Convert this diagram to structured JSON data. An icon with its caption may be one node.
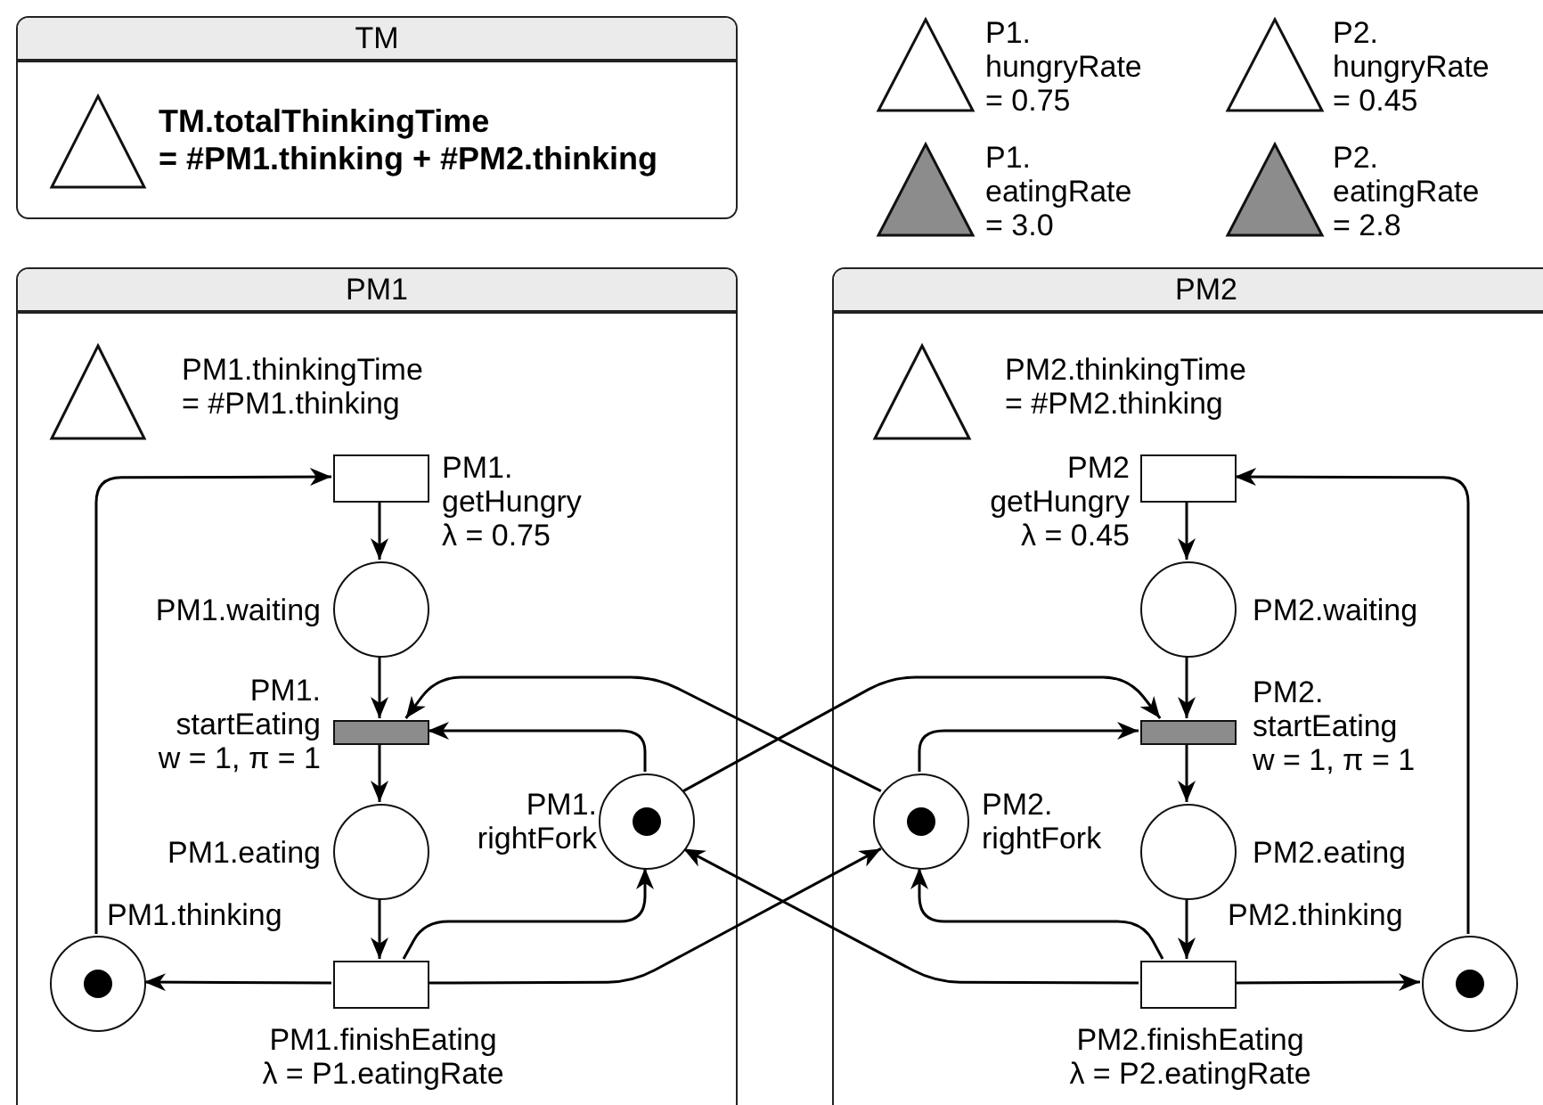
{
  "diagram": {
    "nodes": [
      {
        "text": [
          "TM"
        ]
      },
      {
        "text": [
          "TM.totalThinkingTime",
          "= #PM1.thinking + #PM2.thinking"
        ],
        "in": 0
      },
      {
        "text": [
          "P1. hungryRate = 0.75"
        ]
      },
      {
        "text": [
          "P2. hungryRate = 0.45"
        ]
      },
      {
        "text": [
          "P1. eatingRate = 3.0"
        ]
      },
      {
        "text": [
          "P2. eatingRate = 2.8"
        ]
      },
      {
        "text": [
          "PM1"
        ]
      },
      {
        "text": [
          "PM1.thinkingTime = #PM1.thinking"
        ],
        "in": 6
      },
      {
        "text": [
          "PM1. getHungry",
          "λ = 0.75"
        ],
        "in": 6
      },
      {
        "text": [
          "PM1.waiting"
        ],
        "in": 6
      },
      {
        "text": [
          "PM1. startEating",
          "w = 1, π = 1"
        ],
        "in": 6
      },
      {
        "text": [
          "PM1.eating"
        ],
        "in": 6
      },
      {
        "text": [
          "PM1. rightFork"
        ],
        "in": 6
      },
      {
        "text": [
          "PM1.thinking"
        ],
        "in": 6
      },
      {
        "text": [
          "PM1.finishEating",
          "λ = P1.eatingRate"
        ],
        "in": 6
      },
      {
        "text": [
          "PM2"
        ]
      },
      {
        "text": [
          "PM2.thinkingTime = #PM2.thinking"
        ],
        "in": 15
      },
      {
        "text": [
          "PM2 getHungry",
          "λ = 0.45"
        ],
        "in": 15
      },
      {
        "text": [
          "PM2.waiting"
        ],
        "in": 15
      },
      {
        "text": [
          "PM2. startEating",
          "w = 1, π = 1"
        ],
        "in": 15
      },
      {
        "text": [
          "PM2.eating"
        ],
        "in": 15
      },
      {
        "text": [
          "PM2. rightFork"
        ],
        "in": 15
      },
      {
        "text": [
          "PM2.thinking"
        ],
        "in": 15
      },
      {
        "text": [
          "PM2.finishEating",
          "λ = P2.eatingRate"
        ],
        "in": 15
      }
    ],
    "edges": [
      {
        "from": 13,
        "to": 8,
        "arrow": "to"
      },
      {
        "from": 8,
        "to": 9,
        "arrow": "to"
      },
      {
        "from": 9,
        "to": 10,
        "arrow": "to"
      },
      {
        "from": 12,
        "to": 10,
        "arrow": "to"
      },
      {
        "from": 21,
        "to": 10,
        "arrow": "to"
      },
      {
        "from": 10,
        "to": 11,
        "arrow": "to"
      },
      {
        "from": 11,
        "to": 14,
        "arrow": "to"
      },
      {
        "from": 14,
        "to": 13,
        "arrow": "to"
      },
      {
        "from": 14,
        "to": 12,
        "arrow": "to"
      },
      {
        "from": 14,
        "to": 21,
        "arrow": "to"
      },
      {
        "from": 22,
        "to": 17,
        "arrow": "to"
      },
      {
        "from": 17,
        "to": 18,
        "arrow": "to"
      },
      {
        "from": 18,
        "to": 19,
        "arrow": "to"
      },
      {
        "from": 21,
        "to": 19,
        "arrow": "to"
      },
      {
        "from": 12,
        "to": 19,
        "arrow": "to"
      },
      {
        "from": 19,
        "to": 20,
        "arrow": "to"
      },
      {
        "from": 20,
        "to": 23,
        "arrow": "to"
      },
      {
        "from": 23,
        "to": 22,
        "arrow": "to"
      },
      {
        "from": 23,
        "to": 21,
        "arrow": "to"
      },
      {
        "from": 23,
        "to": 12,
        "arrow": "to"
      }
    ]
  }
}
